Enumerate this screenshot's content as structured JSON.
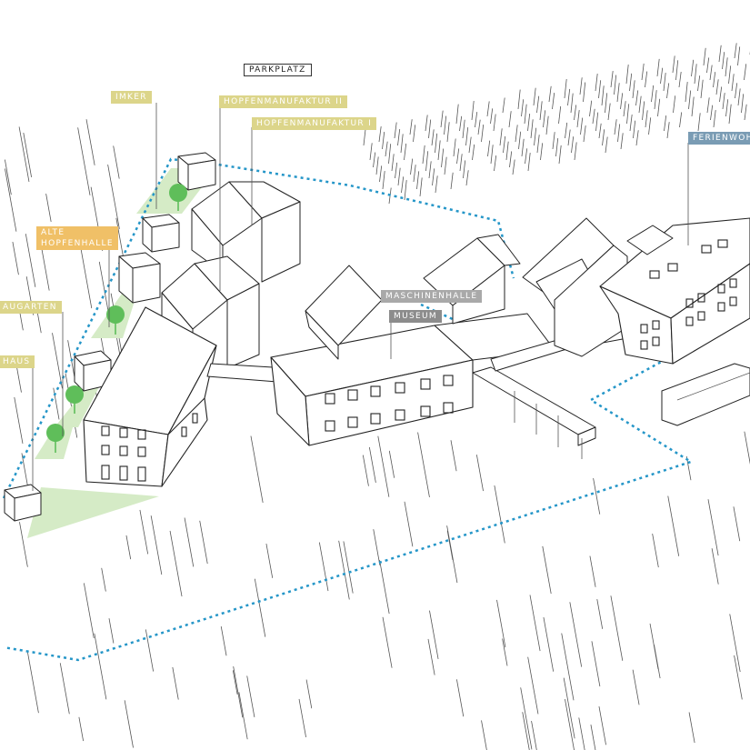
{
  "labels": {
    "parkplatz": "PARKPLATZ",
    "imker": "IMKER",
    "hopfenmanufaktur_2": "HOPFENMANUFAKTUR II",
    "hopfenmanufaktur_1": "HOPFENMANUFAKTUR I",
    "ferienwohnung": "FERIENWOH",
    "alte_hopfenhalle_line1": "ALTE",
    "alte_hopfenhalle_line2": "HOPFENHALLE",
    "biergarten": "AUGARTEN",
    "haus": "HAUS",
    "maschinenhalle": "MASCHINENHALLE",
    "museum": "MUSEUM"
  },
  "colors": {
    "label_yellow": "#dcd58a",
    "label_orange": "#f0c067",
    "label_blue": "#7a9cb4",
    "label_gray_light": "#a9a9a9",
    "label_gray_dark": "#8c8c8c",
    "path_blue": "#2596c8",
    "green_area": "#d5ebc6",
    "tree_green": "#5fbe5a"
  },
  "icons": {
    "tree": "tree-icon",
    "path": "dotted-path"
  }
}
